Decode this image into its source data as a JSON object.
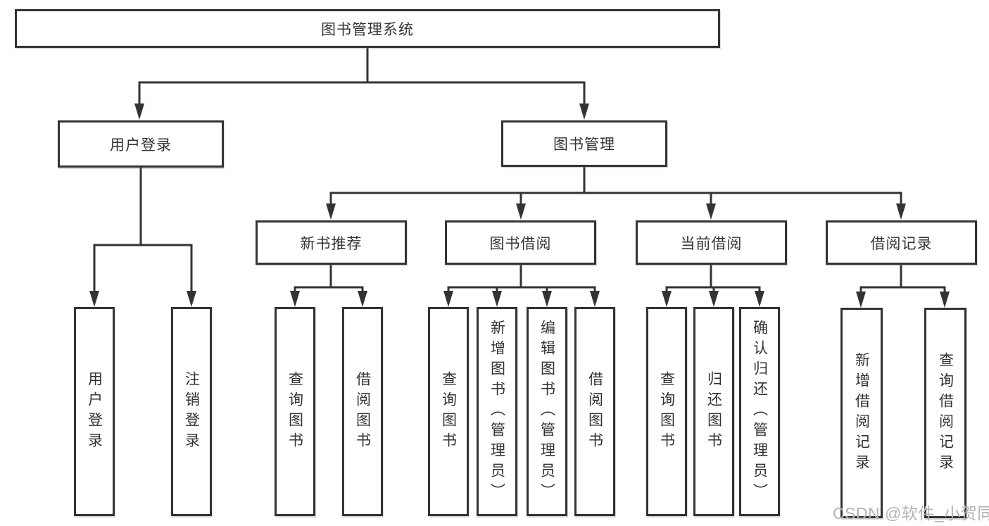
{
  "colors": {
    "line": "#333333",
    "border": "#333333",
    "text": "#333333",
    "background": "#ffffff",
    "watermark": "#b3b3b3"
  },
  "watermark": "CSDN @软件_小贺同学",
  "tree": {
    "label": "图书管理系统",
    "children": [
      {
        "label": "用户登录",
        "children": [
          {
            "label": "用户登录"
          },
          {
            "label": "注销登录"
          }
        ]
      },
      {
        "label": "图书管理",
        "children": [
          {
            "label": "新书推荐",
            "children": [
              {
                "label": "查询图书"
              },
              {
                "label": "借阅图书"
              }
            ]
          },
          {
            "label": "图书借阅",
            "children": [
              {
                "label": "查询图书"
              },
              {
                "label": "新增图书（管理员）"
              },
              {
                "label": "编辑图书（管理员）"
              },
              {
                "label": "借阅图书"
              }
            ]
          },
          {
            "label": "当前借阅",
            "children": [
              {
                "label": "查询图书"
              },
              {
                "label": "归还图书"
              },
              {
                "label": "确认归还（管理员）"
              }
            ]
          },
          {
            "label": "借阅记录",
            "children": [
              {
                "label": "新增借阅记录"
              },
              {
                "label": "查询借阅记录"
              }
            ]
          }
        ]
      }
    ]
  }
}
